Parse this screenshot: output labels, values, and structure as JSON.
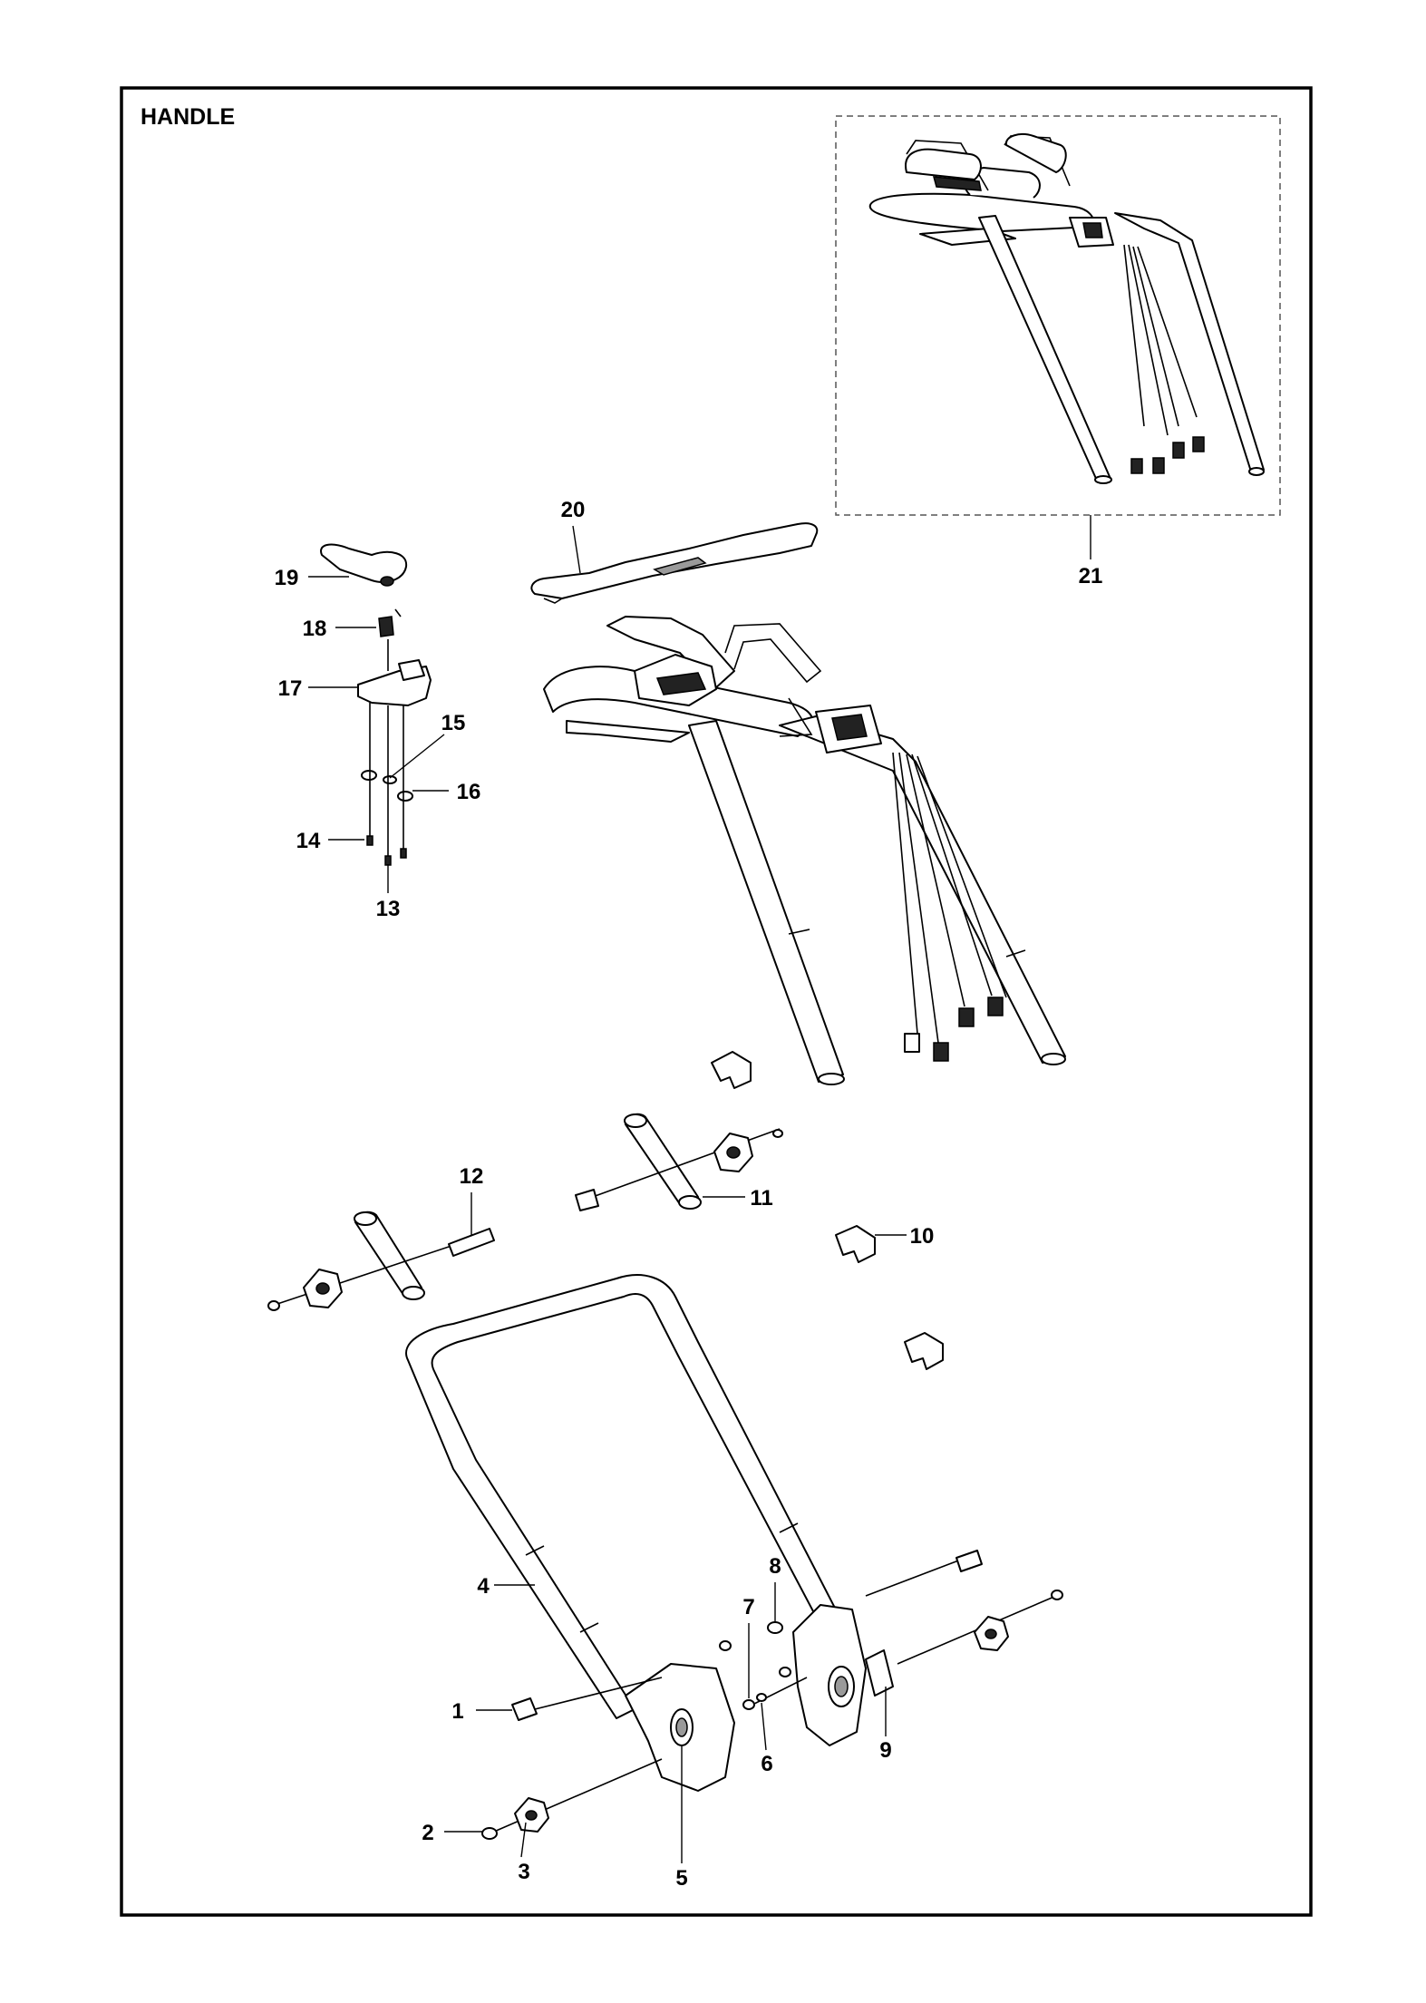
{
  "title": "HANDLE",
  "callouts": [
    {
      "id": "1",
      "label": "1"
    },
    {
      "id": "2",
      "label": "2"
    },
    {
      "id": "3",
      "label": "3"
    },
    {
      "id": "4",
      "label": "4"
    },
    {
      "id": "5",
      "label": "5"
    },
    {
      "id": "6",
      "label": "6"
    },
    {
      "id": "7",
      "label": "7"
    },
    {
      "id": "8",
      "label": "8"
    },
    {
      "id": "9",
      "label": "9"
    },
    {
      "id": "10",
      "label": "10"
    },
    {
      "id": "11",
      "label": "11"
    },
    {
      "id": "12",
      "label": "12"
    },
    {
      "id": "13",
      "label": "13"
    },
    {
      "id": "14",
      "label": "14"
    },
    {
      "id": "15",
      "label": "15"
    },
    {
      "id": "16",
      "label": "16"
    },
    {
      "id": "17",
      "label": "17"
    },
    {
      "id": "18",
      "label": "18"
    },
    {
      "id": "19",
      "label": "19"
    },
    {
      "id": "20",
      "label": "20"
    },
    {
      "id": "21",
      "label": "21"
    }
  ]
}
